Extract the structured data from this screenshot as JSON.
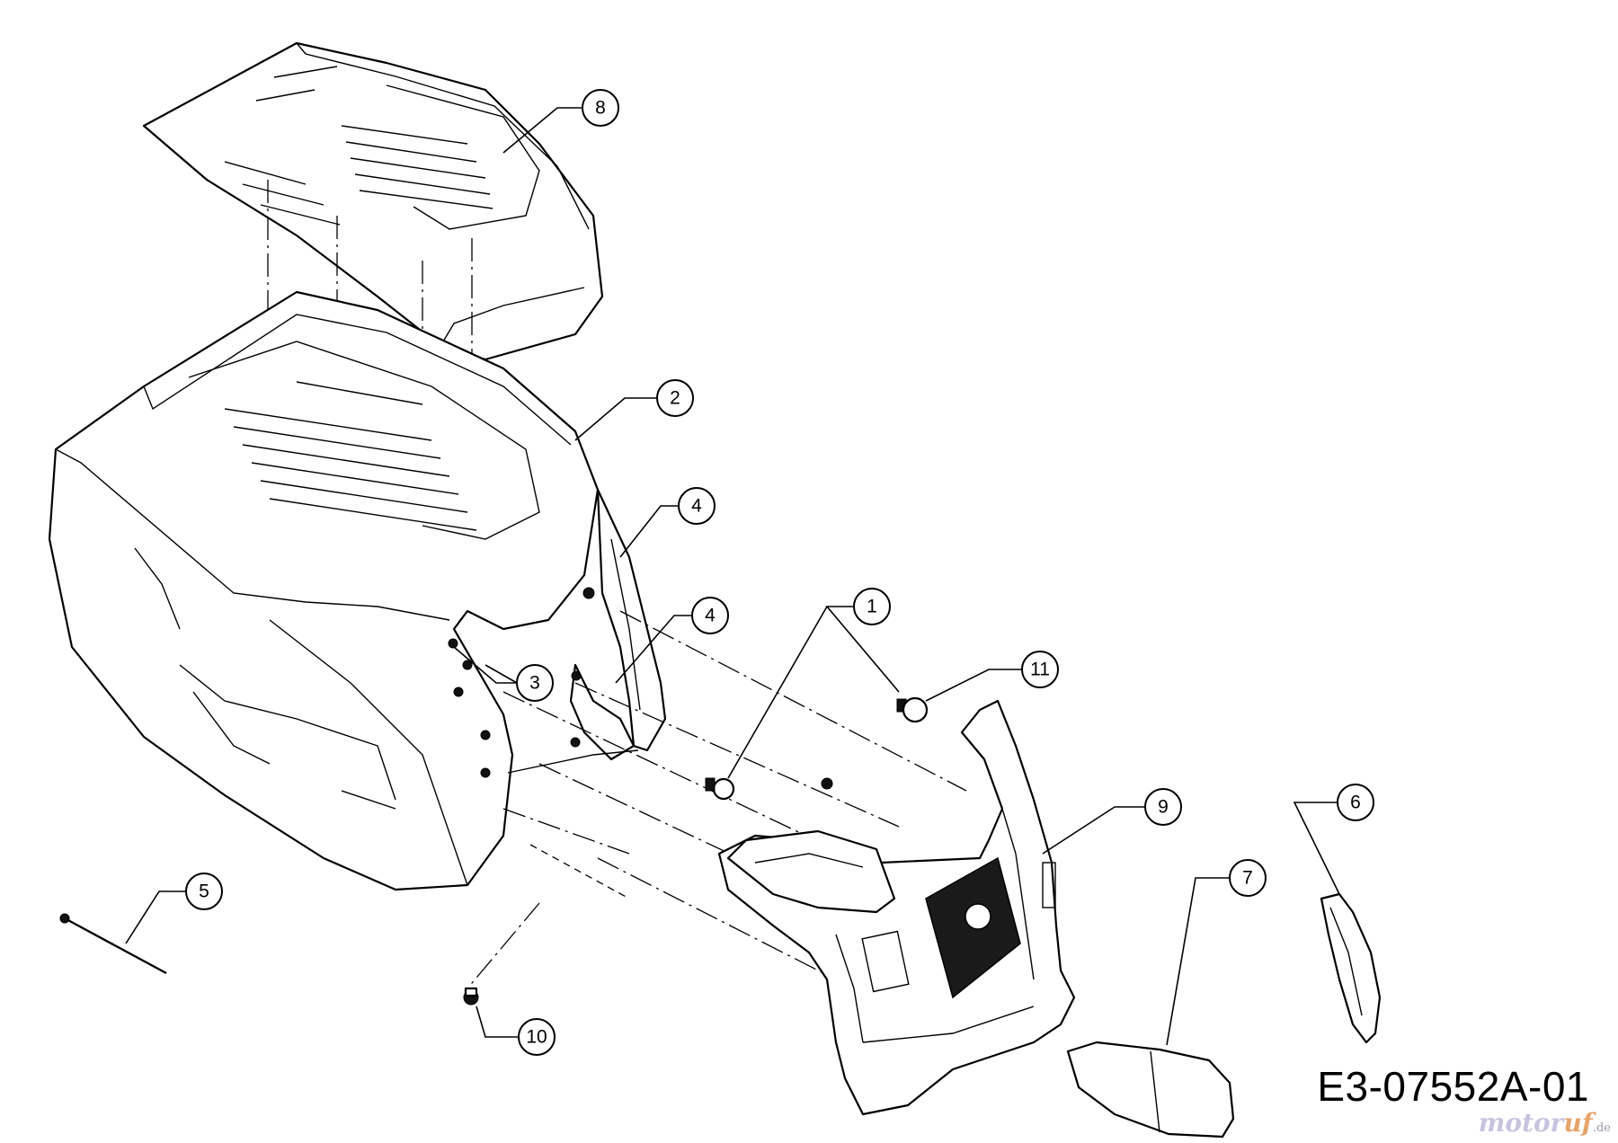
{
  "diagram": {
    "drawing_id": "E3-07552A-01",
    "callouts": [
      {
        "key": "c8",
        "label": "8"
      },
      {
        "key": "c2",
        "label": "2"
      },
      {
        "key": "c4a",
        "label": "4"
      },
      {
        "key": "c4b",
        "label": "4"
      },
      {
        "key": "c1",
        "label": "1"
      },
      {
        "key": "c3",
        "label": "3"
      },
      {
        "key": "c11",
        "label": "11"
      },
      {
        "key": "c9",
        "label": "9"
      },
      {
        "key": "c6",
        "label": "6"
      },
      {
        "key": "c5",
        "label": "5"
      },
      {
        "key": "c7",
        "label": "7"
      },
      {
        "key": "c10",
        "label": "10"
      }
    ],
    "watermark": {
      "main": "motor",
      "accent": "uf",
      "tld": ".de"
    }
  }
}
